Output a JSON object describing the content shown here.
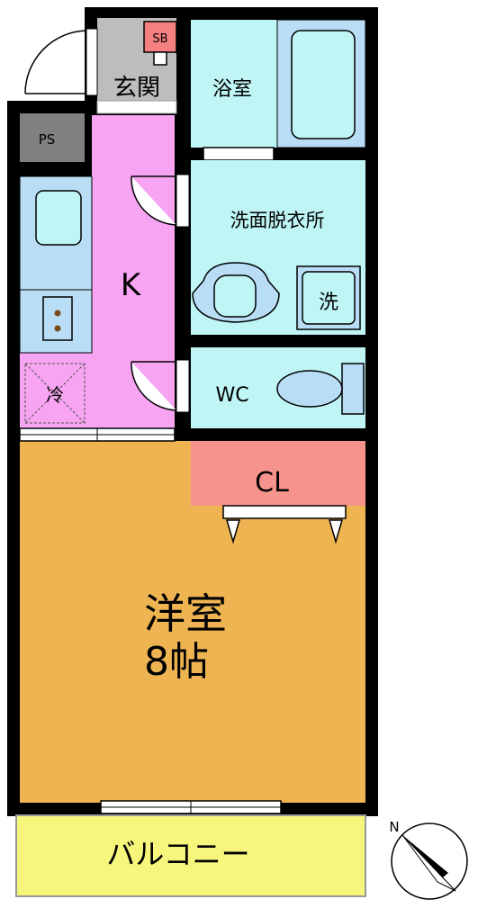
{
  "rooms": {
    "genkan": "玄関",
    "bath": "浴室",
    "washroom": "洗面脱衣所",
    "kitchen": "K",
    "wc": "WC",
    "closet": "CL",
    "western_room": "洋室",
    "western_room_size": "8帖",
    "balcony": "バルコニー"
  },
  "fixtures": {
    "sb": "SB",
    "ps": "PS",
    "washer": "洗",
    "fridge": "冷"
  },
  "compass": {
    "north_label": "N"
  },
  "colors": {
    "wall": "#000000",
    "western_room": "#efb452",
    "kitchen": "#f7a4f2",
    "wet_area": "#bff5f5",
    "closet": "#f6938c",
    "balcony": "#f7f67c",
    "fixture": "#b9ddf5",
    "ps": "#808080",
    "sb": "#f58080",
    "floor_grey": "#bdbdbd"
  }
}
